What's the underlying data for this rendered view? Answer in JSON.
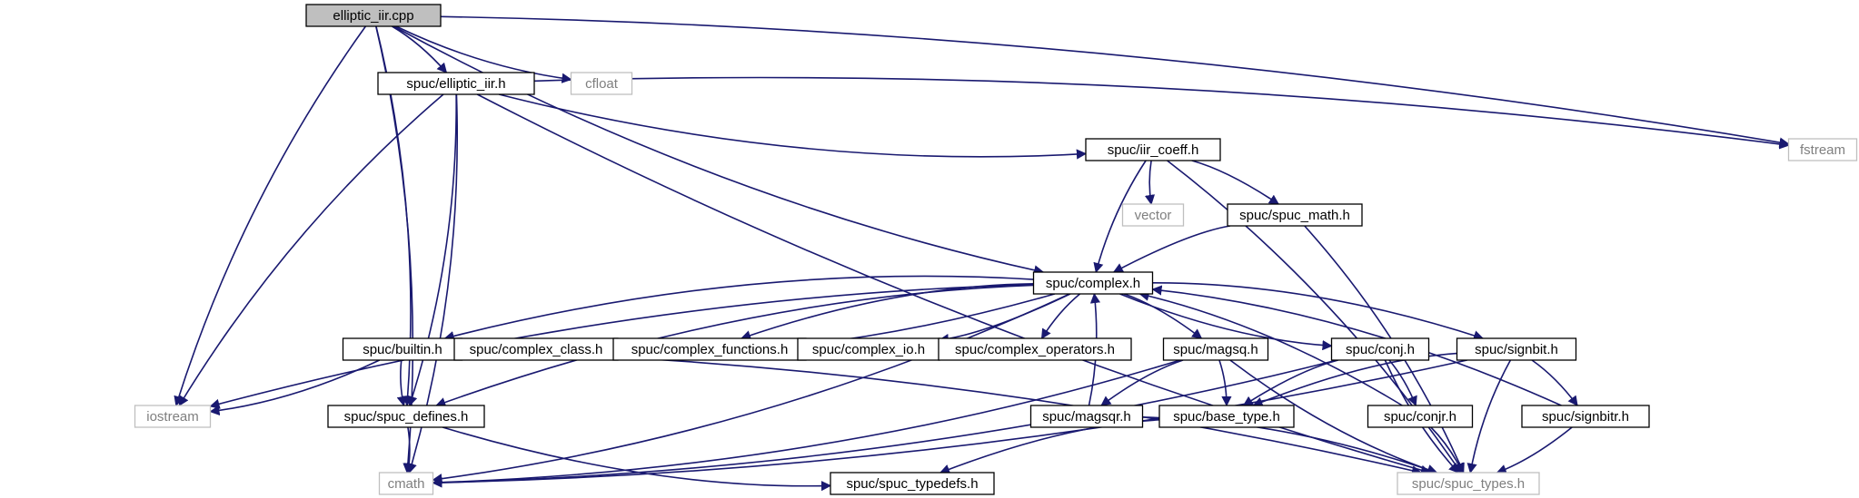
{
  "diagram": {
    "colors": {
      "edge": "#191970",
      "root_fill": "#bfbfbf",
      "local_border": "#000000",
      "system_border": "#bfbfbf",
      "system_text": "#7f7f7f",
      "text": "#000000"
    },
    "nodes": [
      {
        "id": "elliptic_iir_cpp",
        "label": "elliptic_iir.cpp",
        "kind": "root"
      },
      {
        "id": "cfloat",
        "label": "cfloat",
        "kind": "system"
      },
      {
        "id": "elliptic_iir_h",
        "label": "spuc/elliptic_iir.h",
        "kind": "local"
      },
      {
        "id": "fstream",
        "label": "fstream",
        "kind": "system"
      },
      {
        "id": "iir_coeff_h",
        "label": "spuc/iir_coeff.h",
        "kind": "local"
      },
      {
        "id": "vector",
        "label": "vector",
        "kind": "system"
      },
      {
        "id": "spuc_math_h",
        "label": "spuc/spuc_math.h",
        "kind": "local"
      },
      {
        "id": "complex_h",
        "label": "spuc/complex.h",
        "kind": "local"
      },
      {
        "id": "builtin_h",
        "label": "spuc/builtin.h",
        "kind": "local"
      },
      {
        "id": "complex_class_h",
        "label": "spuc/complex_class.h",
        "kind": "local"
      },
      {
        "id": "complex_functions_h",
        "label": "spuc/complex_functions.h",
        "kind": "local"
      },
      {
        "id": "complex_io_h",
        "label": "spuc/complex_io.h",
        "kind": "local"
      },
      {
        "id": "complex_operators_h",
        "label": "spuc/complex_operators.h",
        "kind": "local"
      },
      {
        "id": "magsq_h",
        "label": "spuc/magsq.h",
        "kind": "local"
      },
      {
        "id": "conj_h",
        "label": "spuc/conj.h",
        "kind": "local"
      },
      {
        "id": "signbit_h",
        "label": "spuc/signbit.h",
        "kind": "local"
      },
      {
        "id": "iostream",
        "label": "iostream",
        "kind": "system"
      },
      {
        "id": "spuc_defines_h",
        "label": "spuc/spuc_defines.h",
        "kind": "local"
      },
      {
        "id": "magsqr_h",
        "label": "spuc/magsqr.h",
        "kind": "local"
      },
      {
        "id": "base_type_h",
        "label": "spuc/base_type.h",
        "kind": "local"
      },
      {
        "id": "conjr_h",
        "label": "spuc/conjr.h",
        "kind": "local"
      },
      {
        "id": "signbitr_h",
        "label": "spuc/signbitr.h",
        "kind": "local"
      },
      {
        "id": "cmath",
        "label": "cmath",
        "kind": "system"
      },
      {
        "id": "spuc_typedefs_h",
        "label": "spuc/spuc_typedefs.h",
        "kind": "local"
      },
      {
        "id": "spuc_types_h",
        "label": "spuc/spuc_types.h",
        "kind": "system"
      }
    ],
    "edges": [
      {
        "from": "elliptic_iir_cpp",
        "to": "elliptic_iir_h"
      },
      {
        "from": "elliptic_iir_cpp",
        "to": "cfloat"
      },
      {
        "from": "elliptic_iir_cpp",
        "to": "fstream"
      },
      {
        "from": "elliptic_iir_cpp",
        "to": "complex_h"
      },
      {
        "from": "elliptic_iir_cpp",
        "to": "spuc_defines_h"
      },
      {
        "from": "elliptic_iir_cpp",
        "to": "iostream"
      },
      {
        "from": "elliptic_iir_cpp",
        "to": "cmath"
      },
      {
        "from": "elliptic_iir_h",
        "to": "iir_coeff_h"
      },
      {
        "from": "elliptic_iir_h",
        "to": "fstream"
      },
      {
        "from": "elliptic_iir_h",
        "to": "spuc_types_h"
      },
      {
        "from": "elliptic_iir_h",
        "to": "spuc_defines_h"
      },
      {
        "from": "elliptic_iir_h",
        "to": "iostream"
      },
      {
        "from": "elliptic_iir_h",
        "to": "cmath"
      },
      {
        "from": "iir_coeff_h",
        "to": "vector"
      },
      {
        "from": "iir_coeff_h",
        "to": "spuc_math_h"
      },
      {
        "from": "iir_coeff_h",
        "to": "complex_h"
      },
      {
        "from": "iir_coeff_h",
        "to": "spuc_types_h"
      },
      {
        "from": "spuc_math_h",
        "to": "complex_h"
      },
      {
        "from": "spuc_math_h",
        "to": "spuc_types_h"
      },
      {
        "from": "complex_h",
        "to": "builtin_h"
      },
      {
        "from": "complex_h",
        "to": "complex_class_h"
      },
      {
        "from": "complex_h",
        "to": "complex_functions_h"
      },
      {
        "from": "complex_h",
        "to": "complex_io_h"
      },
      {
        "from": "complex_h",
        "to": "complex_operators_h"
      },
      {
        "from": "complex_h",
        "to": "magsq_h"
      },
      {
        "from": "complex_h",
        "to": "conj_h"
      },
      {
        "from": "complex_h",
        "to": "signbit_h"
      },
      {
        "from": "complex_h",
        "to": "iostream"
      },
      {
        "from": "complex_h",
        "to": "cmath"
      },
      {
        "from": "complex_h",
        "to": "spuc_defines_h"
      },
      {
        "from": "builtin_h",
        "to": "iostream"
      },
      {
        "from": "builtin_h",
        "to": "spuc_defines_h"
      },
      {
        "from": "builtin_h",
        "to": "spuc_types_h"
      },
      {
        "from": "magsq_h",
        "to": "magsqr_h"
      },
      {
        "from": "magsq_h",
        "to": "base_type_h"
      },
      {
        "from": "magsq_h",
        "to": "spuc_types_h"
      },
      {
        "from": "magsq_h",
        "to": "cmath"
      },
      {
        "from": "conj_h",
        "to": "base_type_h"
      },
      {
        "from": "conj_h",
        "to": "conjr_h"
      },
      {
        "from": "conj_h",
        "to": "spuc_types_h"
      },
      {
        "from": "conj_h",
        "to": "cmath"
      },
      {
        "from": "signbit_h",
        "to": "base_type_h"
      },
      {
        "from": "signbit_h",
        "to": "signbitr_h"
      },
      {
        "from": "signbit_h",
        "to": "spuc_types_h"
      },
      {
        "from": "signbit_h",
        "to": "cmath"
      },
      {
        "from": "magsqr_h",
        "to": "complex_h"
      },
      {
        "from": "magsqr_h",
        "to": "spuc_types_h"
      },
      {
        "from": "conjr_h",
        "to": "complex_h"
      },
      {
        "from": "conjr_h",
        "to": "spuc_types_h"
      },
      {
        "from": "signbitr_h",
        "to": "complex_h"
      },
      {
        "from": "signbitr_h",
        "to": "spuc_types_h"
      },
      {
        "from": "base_type_h",
        "to": "spuc_typedefs_h"
      },
      {
        "from": "spuc_defines_h",
        "to": "cmath"
      },
      {
        "from": "spuc_defines_h",
        "to": "spuc_typedefs_h"
      }
    ]
  }
}
